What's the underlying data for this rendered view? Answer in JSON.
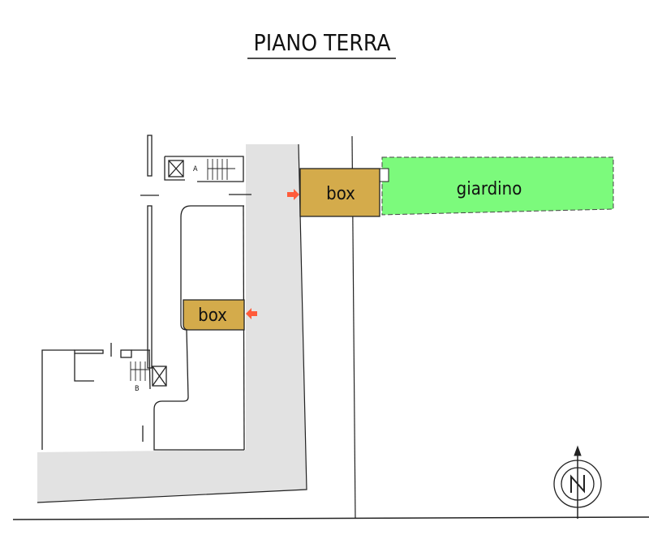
{
  "title": "PIANO TERRA",
  "labels": {
    "box_upper": "box",
    "box_lower": "box",
    "garden": "giardino",
    "stair_a": "A",
    "stair_b": "B",
    "compass": "N"
  },
  "colors": {
    "box": "#d4ab4b",
    "garden": "#7cfa7c",
    "road": "#e2e2e2",
    "arrow": "#ff5b3a",
    "line": "#222222"
  }
}
